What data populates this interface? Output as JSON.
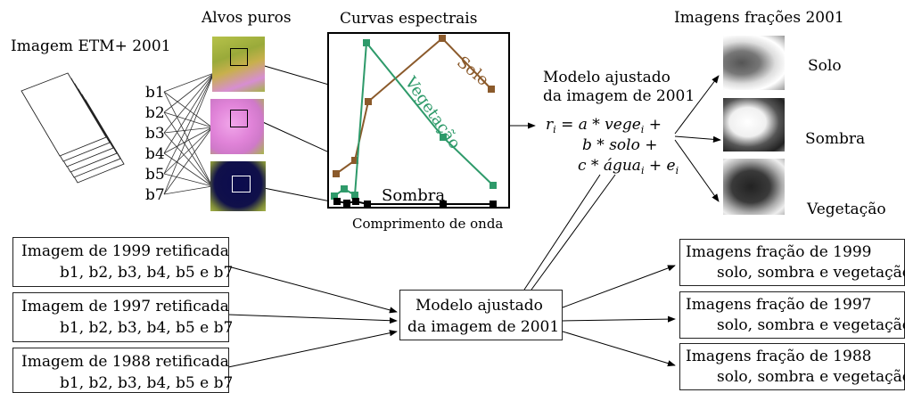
{
  "title_image": "Imagem ETM+ 2001",
  "title_pure": "Alvos puros",
  "title_curves": "Curvas espectrais",
  "title_fractions": "Imagens frações 2001",
  "bands": [
    "b1",
    "b2",
    "b3",
    "b4",
    "b5",
    "b7"
  ],
  "curve_labels": {
    "solo": "Solo",
    "vegetacao": "Vegetação",
    "sombra": "Sombra"
  },
  "xlabel": "Comprimento de onda",
  "model_title_1": "Modelo ajustado",
  "model_title_2": "da imagem de 2001",
  "equation": {
    "r": "r",
    "i": "i",
    "eq": " = a * ",
    "vege": "vege",
    "plus": " +",
    "line2": "b * solo +",
    "line3a": "c * ",
    "agua": "água",
    "line3b": " + e",
    "ei": "i"
  },
  "fraction_labels": [
    "Solo",
    "Sombra",
    "Vegetação"
  ],
  "inputs": [
    {
      "l1": "Imagem de 1999 retificada",
      "l2": "b1, b2, b3, b4, b5 e b7"
    },
    {
      "l1": "Imagem de 1997 retificada",
      "l2": "b1, b2, b3, b4, b5 e b7"
    },
    {
      "l1": "Imagem de 1988 retificada",
      "l2": "b1, b2, b3, b4, b5 e b7"
    }
  ],
  "model_box": {
    "l1": "Modelo ajustado",
    "l2": "da imagem de 2001"
  },
  "outputs": [
    {
      "l1": "Imagens fração de 1999",
      "l2": "solo, sombra e vegetação"
    },
    {
      "l1": "Imagens fração de 1997",
      "l2": "solo, sombra e vegetação"
    },
    {
      "l1": "Imagens fração de 1988",
      "l2": "solo, sombra e vegetação"
    }
  ],
  "colors": {
    "solo": "#8b5a2b",
    "vegetacao": "#2e9a6a",
    "sombra": "#000000"
  }
}
